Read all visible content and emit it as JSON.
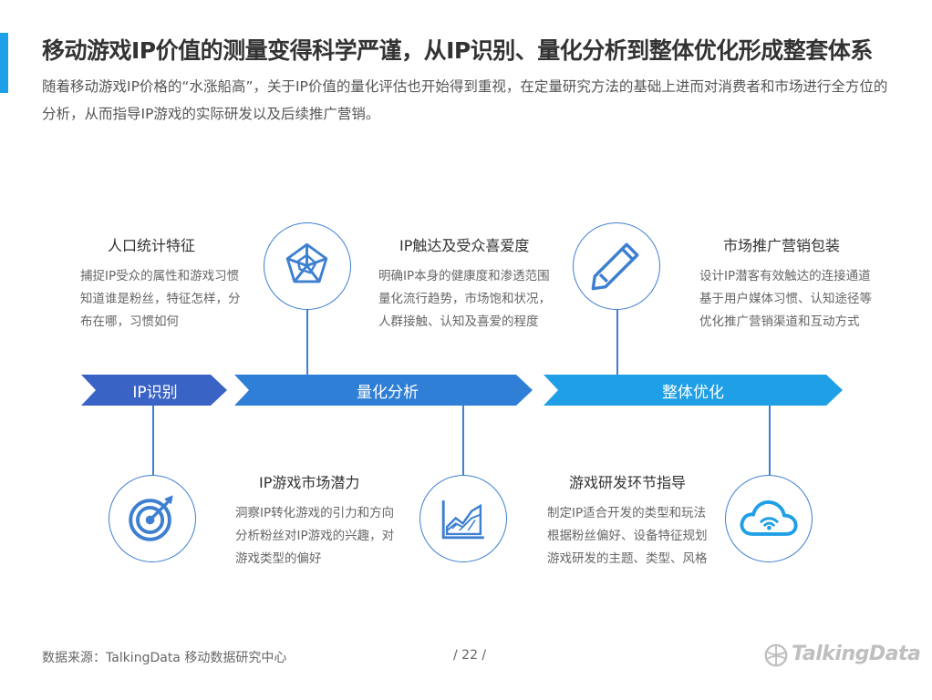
{
  "header": {
    "title": "移动游戏IP价值的测量变得科学严谨，从IP识别、量化分析到整体优化形成整套体系",
    "subtitle": "随着移动游戏IP价格的“水涨船高”，关于IP价值的量化评估也开始得到重视，在定量研究方法的基础上进而对消费者和市场进行全方位的分析，从而指导IP游戏的实际研发以及后续推广营销。"
  },
  "stages": [
    {
      "label": "IP识别",
      "color": "#3a63c6"
    },
    {
      "label": "量化分析",
      "color": "#2f7fd6"
    },
    {
      "label": "整体优化",
      "color": "#1f9fe6"
    }
  ],
  "blocks": {
    "demographics": {
      "title": "人口统计特征",
      "lines": [
        "捕捉IP受众的属性和游戏习惯",
        "知道谁是粉丝，特征怎样，分",
        "布在哪，习惯如何"
      ],
      "icon": "target-icon"
    },
    "reach": {
      "title": "IP触达及受众喜爱度",
      "lines": [
        "明确IP本身的健康度和渗透范围",
        "量化流行趋势，市场饱和状况，",
        "人群接触、认知及喜爱的程度"
      ],
      "icon": "radar-chart-icon"
    },
    "potential": {
      "title": "IP游戏市场潜力",
      "lines": [
        "洞察IP转化游戏的引力和方向",
        "分析粉丝对IP游戏的兴趣，对",
        "游戏类型的偏好"
      ],
      "icon": "area-chart-icon"
    },
    "marketing": {
      "title": "市场推广营销包装",
      "lines": [
        "设计IP潜客有效触达的连接通道",
        "基于用户媒体习惯、认知途径等",
        "优化推广营销渠道和互动方式"
      ],
      "icon": "pencil-icon"
    },
    "dev": {
      "title": "游戏研发环节指导",
      "lines": [
        "制定IP适合开发的类型和玩法",
        "根据粉丝偏好、设备特征规划",
        "游戏研发的主题、类型、风格"
      ],
      "icon": "cloud-wifi-icon"
    }
  },
  "footer": {
    "source": "数据来源：TalkingData 移动数据研究中心",
    "page": "/  22  /",
    "logo_text": "TalkingData"
  }
}
